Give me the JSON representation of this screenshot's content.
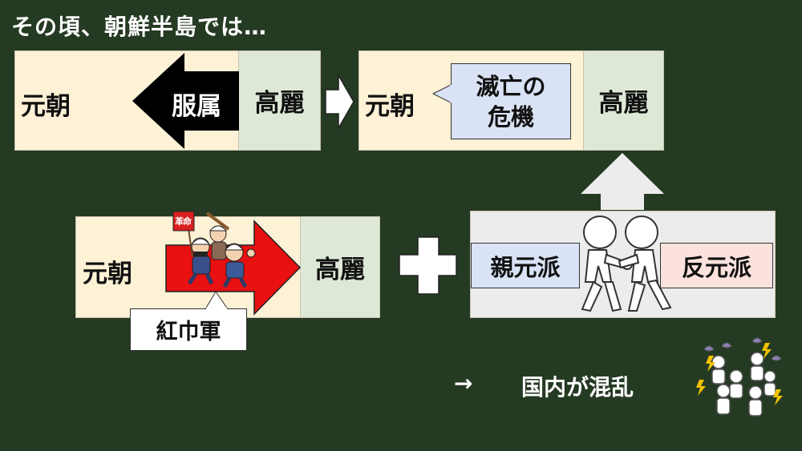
{
  "title": "その頃、朝鮮半島では…",
  "diagram1": {
    "left_label": "元朝",
    "arrow_label": "服属",
    "right_label": "高麗"
  },
  "diagram2": {
    "left_label": "元朝",
    "bubble_line1": "滅亡の",
    "bubble_line2": "危機",
    "right_label": "高麗"
  },
  "diagram3": {
    "left_label": "元朝",
    "right_label": "高麗",
    "flag_text": "革命",
    "callout": "紅巾軍"
  },
  "diagram4": {
    "left_label": "親元派",
    "right_label": "反元派"
  },
  "result": {
    "arrow": "→",
    "text": "国内が混乱"
  }
}
